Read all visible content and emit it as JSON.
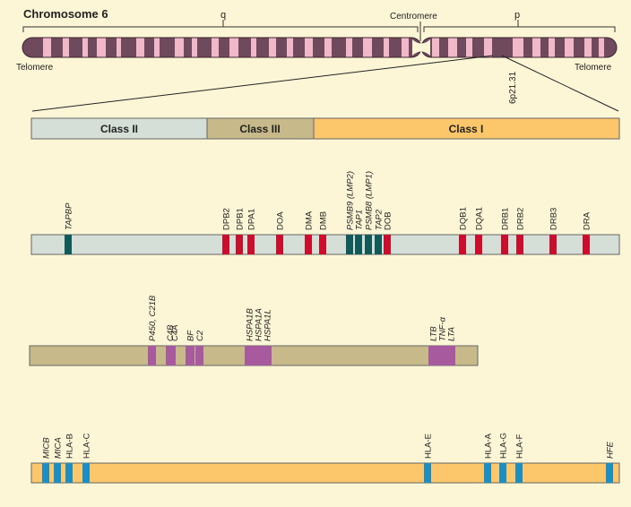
{
  "title": "Chromosome 6",
  "chromosome": {
    "arm_q": "q",
    "arm_p": "p",
    "centromere": "Centromere",
    "telomere_left": "Telomere",
    "telomere_right": "Telomere",
    "band": "6p21.31"
  },
  "classes": {
    "class2": "Class II",
    "class3": "Class III",
    "class1": "Class I"
  },
  "colors": {
    "background": "#fdf6d6",
    "class2_bar": "#d5dfd8",
    "class3_bar": "#c8b98a",
    "class1_bar": "#fbc76a",
    "class2_gene_red": "#c8102e",
    "class2_gene_teal": "#125a5a",
    "class3_gene": "#a85a9e",
    "class1_gene": "#1b8fc4",
    "chromosome_dark": "#6e4a5c",
    "chromosome_light": "#f0b8c8"
  },
  "class2_genes": [
    {
      "label": "TAPBP",
      "italic": true,
      "color": "teal"
    },
    {
      "label": "DPB2",
      "italic": false,
      "color": "red"
    },
    {
      "label": "DPB1",
      "italic": false,
      "color": "red"
    },
    {
      "label": "DPA1",
      "italic": false,
      "color": "red"
    },
    {
      "label": "DOA",
      "italic": false,
      "color": "red"
    },
    {
      "label": "DMA",
      "italic": false,
      "color": "red"
    },
    {
      "label": "DMB",
      "italic": false,
      "color": "red"
    },
    {
      "label": "PSMB9 (LMP2)",
      "italic": true,
      "color": "teal"
    },
    {
      "label": "TAP1",
      "italic": true,
      "color": "teal"
    },
    {
      "label": "PSMB8 (LMP1)",
      "italic": true,
      "color": "teal"
    },
    {
      "label": "TAP2",
      "italic": true,
      "color": "teal"
    },
    {
      "label": "DOB",
      "italic": false,
      "color": "red"
    },
    {
      "label": "DQB1",
      "italic": false,
      "color": "red"
    },
    {
      "label": "DQA1",
      "italic": false,
      "color": "red"
    },
    {
      "label": "DRB1",
      "italic": false,
      "color": "red"
    },
    {
      "label": "DRB2",
      "italic": false,
      "color": "red"
    },
    {
      "label": "DRB3",
      "italic": false,
      "color": "red"
    },
    {
      "label": "DRA",
      "italic": false,
      "color": "red"
    }
  ],
  "class3_genes": [
    {
      "label": "P450, C21B",
      "italic": true
    },
    {
      "label": "C4B",
      "italic": true
    },
    {
      "label": "C4A",
      "italic": true
    },
    {
      "label": "BF",
      "italic": true
    },
    {
      "label": "C2",
      "italic": true
    },
    {
      "label": "HSPA1B",
      "italic": true
    },
    {
      "label": "HSPA1A",
      "italic": true
    },
    {
      "label": "HSPA1L",
      "italic": true
    },
    {
      "label": "LTB",
      "italic": true
    },
    {
      "label": "TNF-α",
      "italic": true
    },
    {
      "label": "LTA",
      "italic": true
    }
  ],
  "class1_genes": [
    {
      "label": "MICB",
      "italic": true
    },
    {
      "label": "MICA",
      "italic": true
    },
    {
      "label": "HLA-B",
      "italic": false
    },
    {
      "label": "HLA-C",
      "italic": false
    },
    {
      "label": "HLA-E",
      "italic": false
    },
    {
      "label": "HLA-A",
      "italic": false
    },
    {
      "label": "HLA-G",
      "italic": false
    },
    {
      "label": "HLA-F",
      "italic": false
    },
    {
      "label": "HFE",
      "italic": true
    }
  ]
}
